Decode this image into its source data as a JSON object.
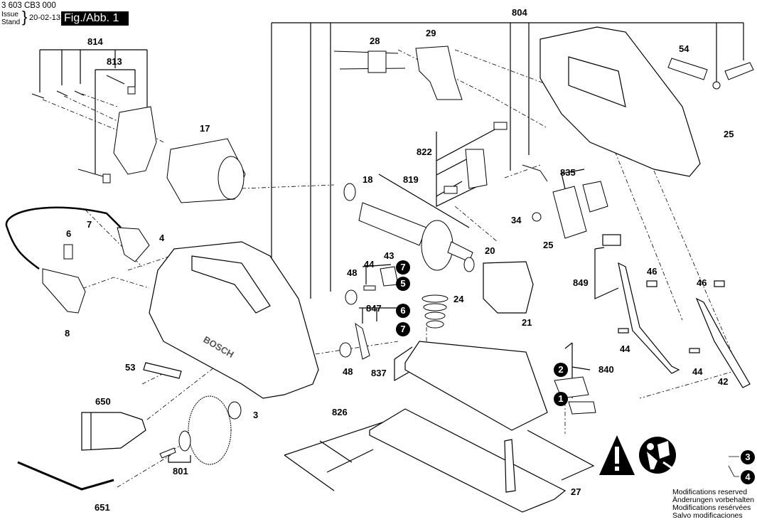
{
  "header": {
    "part_number": "3 603 CB3 000",
    "issue_label": "Issue",
    "stand_label": "Stand",
    "date": "20-02-13",
    "figure_label": "Fig./Abb. 1"
  },
  "callouts": [
    {
      "id": "804",
      "label": "804"
    },
    {
      "id": "814",
      "label": "814"
    },
    {
      "id": "813",
      "label": "813"
    },
    {
      "id": "28",
      "label": "28"
    },
    {
      "id": "29",
      "label": "29"
    },
    {
      "id": "54",
      "label": "54"
    },
    {
      "id": "17",
      "label": "17"
    },
    {
      "id": "822",
      "label": "822"
    },
    {
      "id": "25a",
      "label": "25"
    },
    {
      "id": "18",
      "label": "18"
    },
    {
      "id": "819",
      "label": "819"
    },
    {
      "id": "835",
      "label": "835"
    },
    {
      "id": "34",
      "label": "34"
    },
    {
      "id": "6",
      "label": "6"
    },
    {
      "id": "7",
      "label": "7"
    },
    {
      "id": "4",
      "label": "4"
    },
    {
      "id": "43",
      "label": "43"
    },
    {
      "id": "44a",
      "label": "44"
    },
    {
      "id": "25b",
      "label": "25"
    },
    {
      "id": "20",
      "label": "20"
    },
    {
      "id": "48a",
      "label": "48"
    },
    {
      "id": "849",
      "label": "849"
    },
    {
      "id": "46a",
      "label": "46"
    },
    {
      "id": "46b",
      "label": "46"
    },
    {
      "id": "24",
      "label": "24"
    },
    {
      "id": "847",
      "label": "847"
    },
    {
      "id": "21",
      "label": "21"
    },
    {
      "id": "8",
      "label": "8"
    },
    {
      "id": "44b",
      "label": "44"
    },
    {
      "id": "44c",
      "label": "44"
    },
    {
      "id": "53",
      "label": "53"
    },
    {
      "id": "48b",
      "label": "48"
    },
    {
      "id": "837",
      "label": "837"
    },
    {
      "id": "840",
      "label": "840"
    },
    {
      "id": "42",
      "label": "42"
    },
    {
      "id": "650",
      "label": "650"
    },
    {
      "id": "3",
      "label": "3"
    },
    {
      "id": "826",
      "label": "826"
    },
    {
      "id": "801",
      "label": "801"
    },
    {
      "id": "27",
      "label": "27"
    },
    {
      "id": "651",
      "label": "651"
    }
  ],
  "badges": [
    {
      "id": "b7a",
      "label": "7"
    },
    {
      "id": "b5",
      "label": "5"
    },
    {
      "id": "b6",
      "label": "6"
    },
    {
      "id": "b7b",
      "label": "7"
    },
    {
      "id": "b2",
      "label": "2"
    },
    {
      "id": "b1",
      "label": "1"
    },
    {
      "id": "b3",
      "label": "3"
    },
    {
      "id": "b4",
      "label": "4"
    }
  ],
  "brand_text": "BOSCH",
  "safety_icons": [
    "warning-triangle-icon",
    "read-manual-icon"
  ],
  "notes": [
    "Modifications reserved",
    "Änderungen vorbehalten",
    "Modifications resérvées",
    "Salvo modificaciones"
  ]
}
